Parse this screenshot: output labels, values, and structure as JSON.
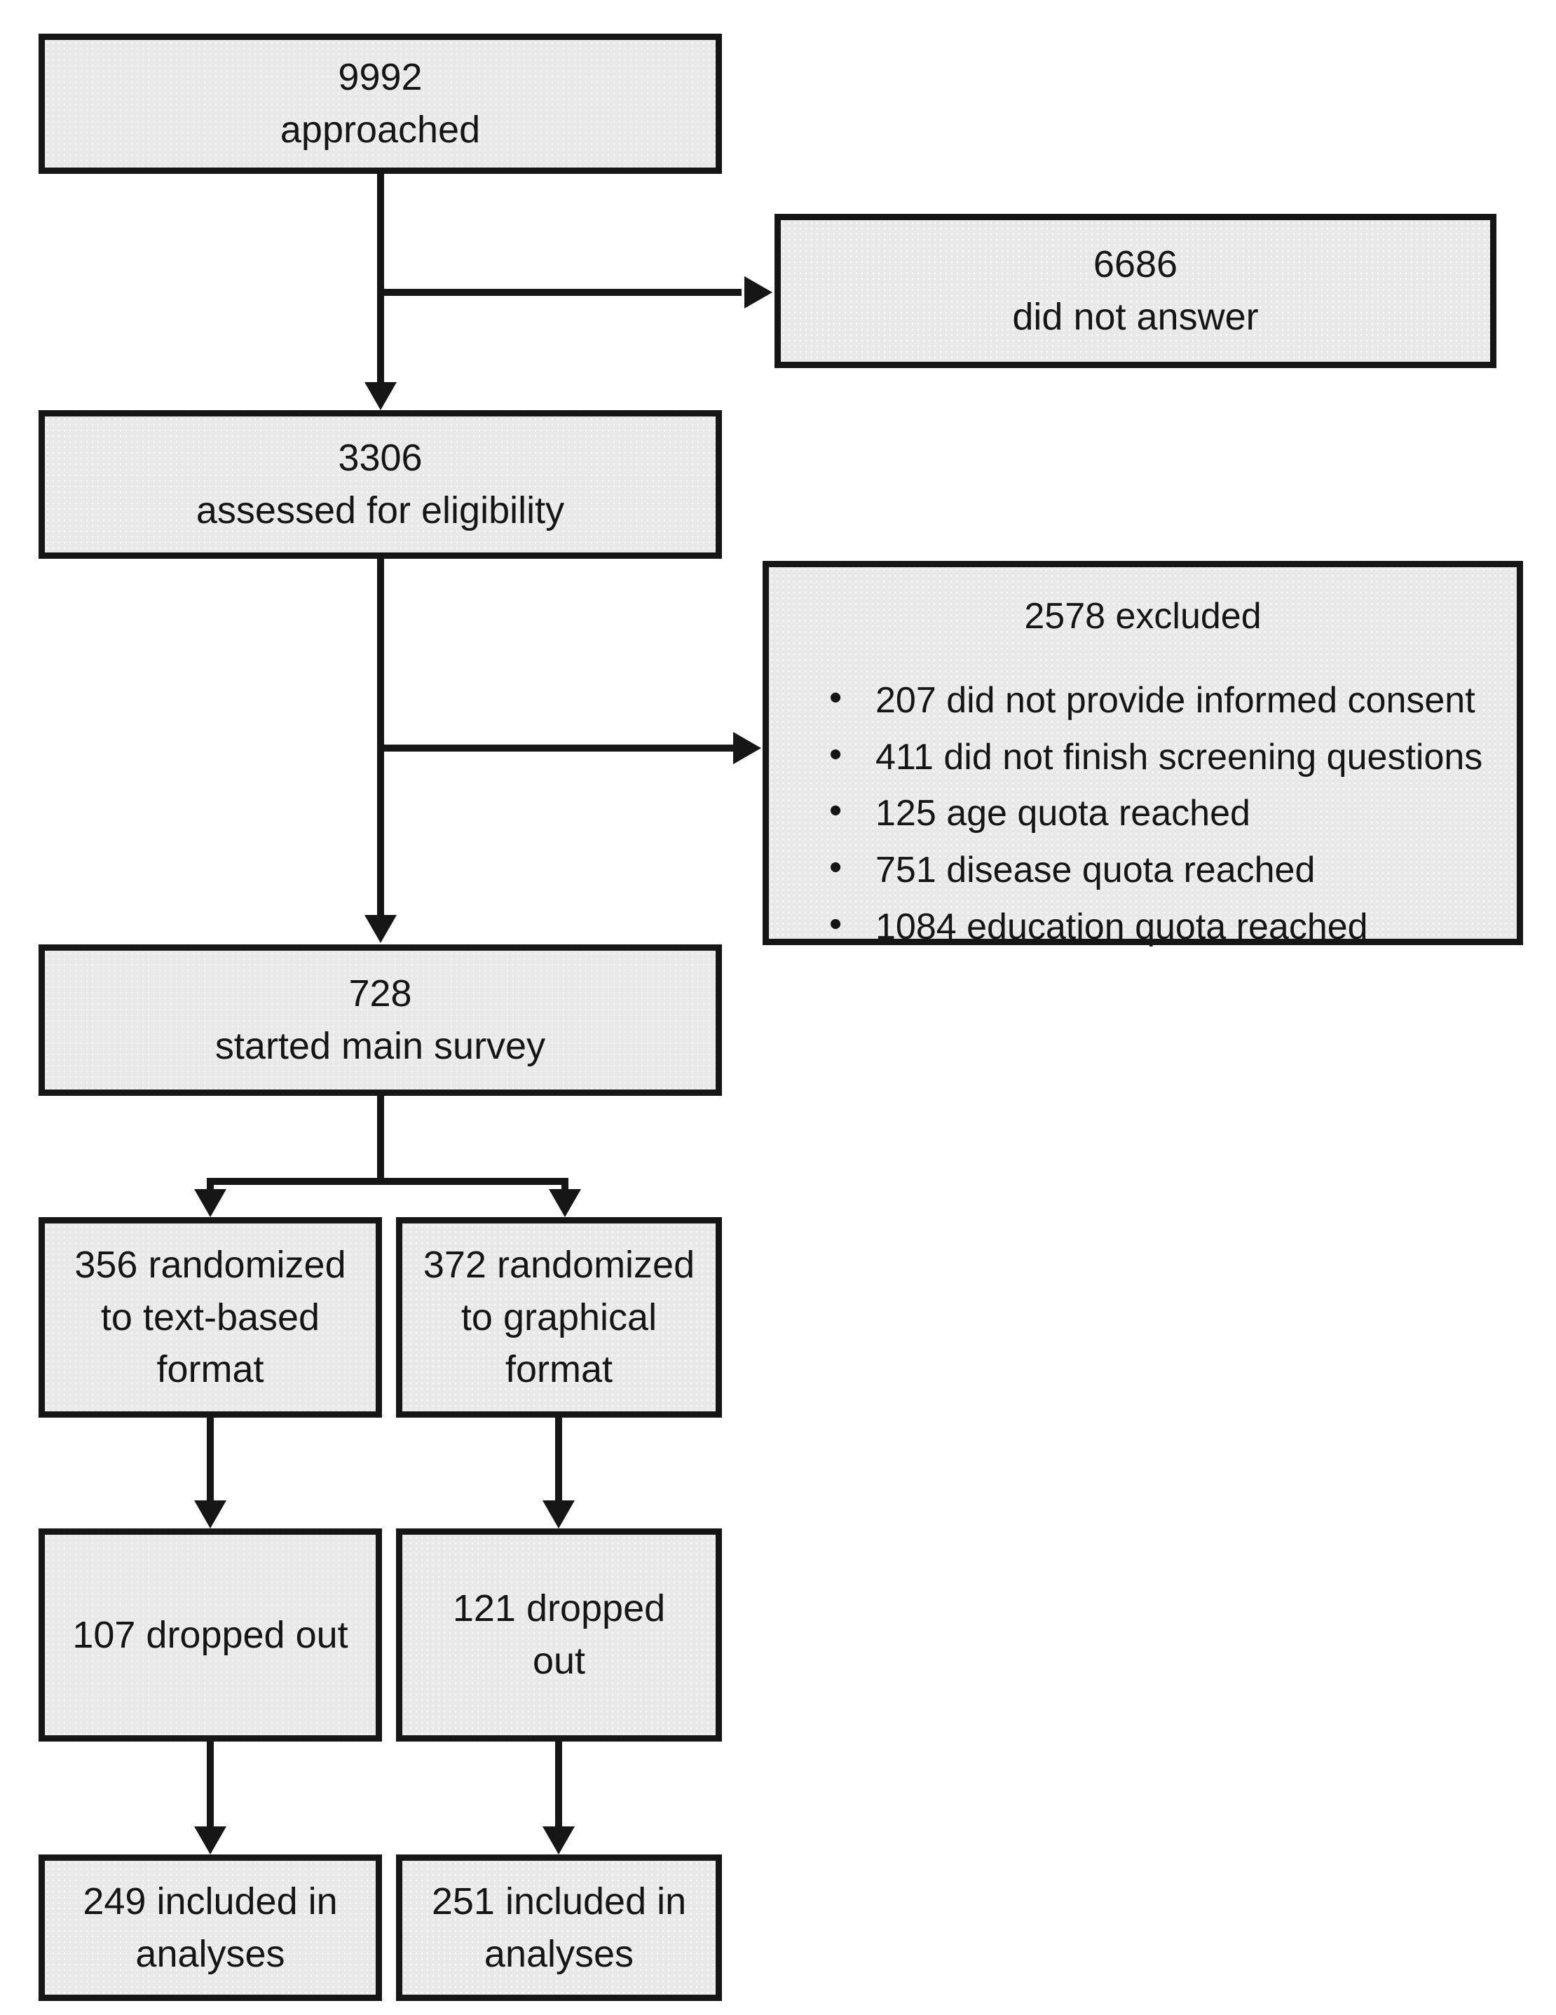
{
  "diagram": {
    "type": "participant-flowchart",
    "colors": {
      "background": "#ffffff",
      "box_fill": "#e9e9e9",
      "box_border": "#161616",
      "connector": "#161616",
      "text": "#151515"
    },
    "nodes": {
      "approached": {
        "count": "9992",
        "label": "approached"
      },
      "did_not_answer": {
        "count": "6686",
        "label": "did not answer"
      },
      "assessed": {
        "count": "3306",
        "label": "assessed for eligibility"
      },
      "excluded": {
        "title": "2578 excluded",
        "items": [
          "207 did not provide informed consent",
          "411 did not finish screening questions",
          "125 age quota reached",
          "751 disease quota reached",
          "1084 education quota reached"
        ]
      },
      "started": {
        "count": "728",
        "label": "started main survey"
      },
      "randomized_text": {
        "label": "356 randomized to text-based format"
      },
      "randomized_graphical": {
        "label": "372 randomized to graphical format"
      },
      "dropped_text": {
        "label": "107 dropped out"
      },
      "dropped_graphical": {
        "label": "121 dropped out"
      },
      "included_text": {
        "label": "249 included in analyses"
      },
      "included_graphical": {
        "label": "251 included in analyses"
      }
    }
  }
}
